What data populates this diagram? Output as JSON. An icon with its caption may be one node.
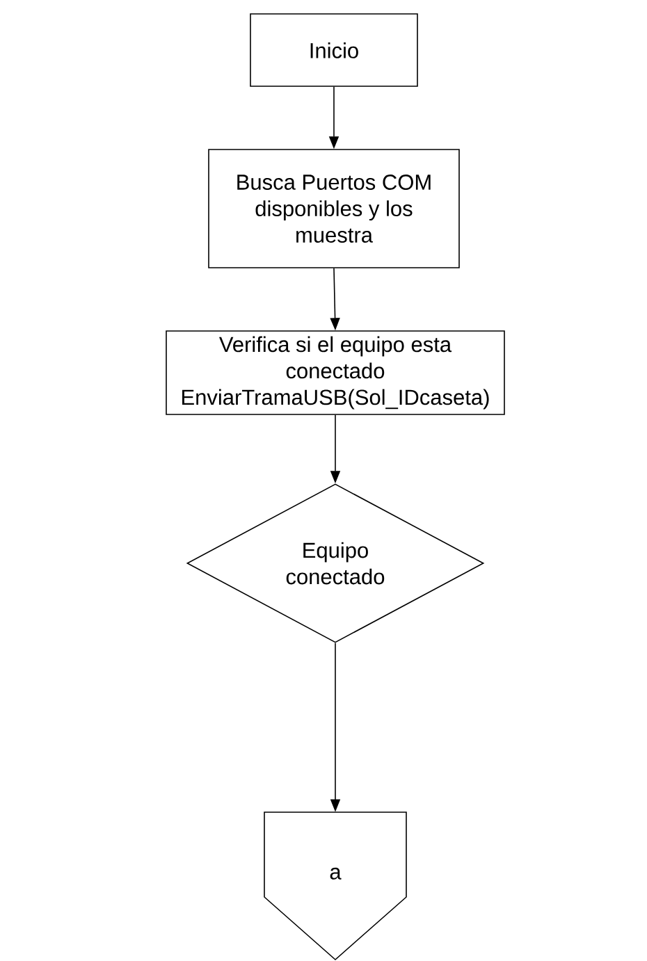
{
  "diagram": {
    "nodes": [
      {
        "text": [
          "Inicio"
        ]
      },
      {
        "text": [
          "Busca Puertos COM disponibles y los muestra"
        ]
      },
      {
        "text": [
          "Verifica si el equipo esta conectado EnviarTramaUSB(Sol_IDcaseta)"
        ]
      },
      {
        "text": [
          "Equipo conectado"
        ]
      },
      {
        "text": [
          "a"
        ]
      }
    ],
    "edges": [
      {
        "from": 0,
        "to": 1,
        "arrow": "to"
      },
      {
        "from": 1,
        "to": 2,
        "arrow": "to"
      },
      {
        "from": 2,
        "to": 3,
        "arrow": "to"
      },
      {
        "from": 3,
        "to": 4,
        "arrow": "to"
      }
    ]
  }
}
